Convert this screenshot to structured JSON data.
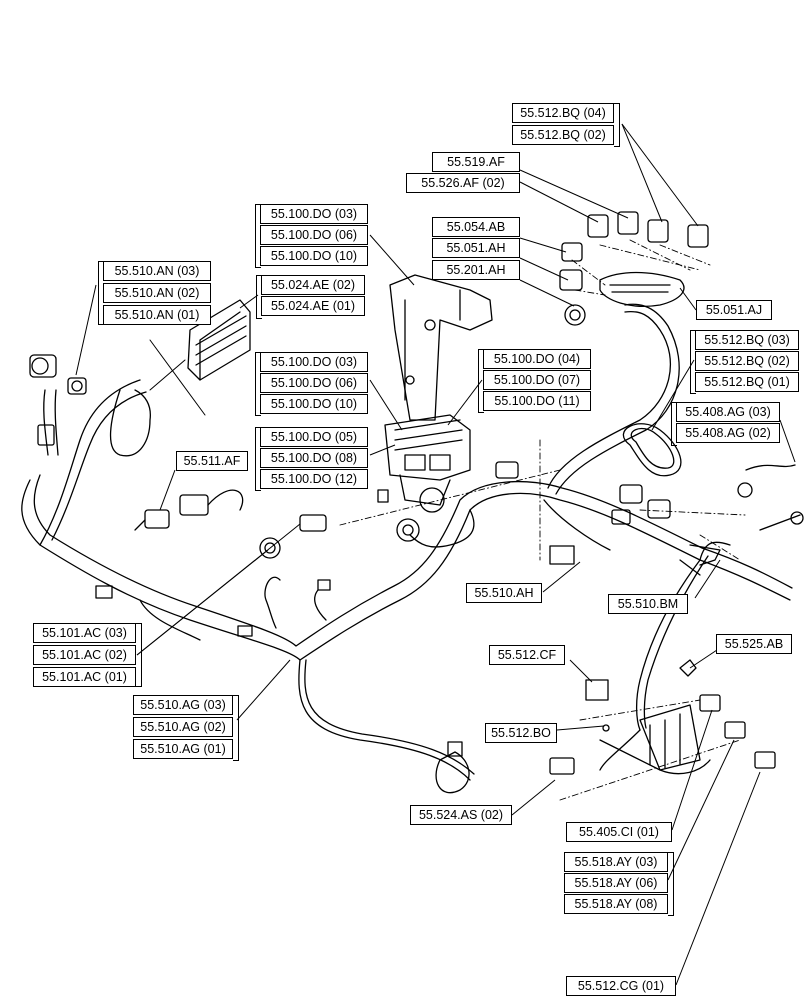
{
  "diagram": {
    "callouts": {
      "bq_04": "55.512.BQ (04)",
      "bq_02_top": "55.512.BQ (02)",
      "af_519": "55.519.AF",
      "af_526": "55.526.AF (02)",
      "do_03_a": "55.100.DO (03)",
      "do_06_a": "55.100.DO (06)",
      "do_10_a": "55.100.DO (10)",
      "ab_054": "55.054.AB",
      "ah_051": "55.051.AH",
      "ah_201": "55.201.AH",
      "an_03": "55.510.AN (03)",
      "an_02": "55.510.AN (02)",
      "an_01": "55.510.AN (01)",
      "ae_02": "55.024.AE (02)",
      "ae_01": "55.024.AE (01)",
      "aj_051": "55.051.AJ",
      "do_03_b": "55.100.DO (03)",
      "do_06_b": "55.100.DO (06)",
      "do_10_b": "55.100.DO (10)",
      "do_04": "55.100.DO (04)",
      "do_07": "55.100.DO (07)",
      "do_11": "55.100.DO (11)",
      "bq_03": "55.512.BQ (03)",
      "bq_02": "55.512.BQ (02)",
      "bq_01": "55.512.BQ (01)",
      "ag_408_03": "55.408.AG (03)",
      "ag_408_02": "55.408.AG (02)",
      "do_05": "55.100.DO (05)",
      "do_08": "55.100.DO (08)",
      "do_12": "55.100.DO (12)",
      "af_511": "55.511.AF",
      "ah_510": "55.510.AH",
      "bm_510": "55.510.BM",
      "ac_03": "55.101.AC (03)",
      "ac_02": "55.101.AC (02)",
      "ac_01": "55.101.AC (01)",
      "cf_512": "55.512.CF",
      "ab_525": "55.525.AB",
      "ag_03": "55.510.AG (03)",
      "ag_02": "55.510.AG (02)",
      "ag_01": "55.510.AG (01)",
      "bo_512": "55.512.BO",
      "as_524": "55.524.AS (02)",
      "ci_405": "55.405.CI (01)",
      "ay_03": "55.518.AY (03)",
      "ay_06": "55.518.AY (06)",
      "ay_08": "55.518.AY (08)",
      "cg_512": "55.512.CG (01)"
    }
  }
}
